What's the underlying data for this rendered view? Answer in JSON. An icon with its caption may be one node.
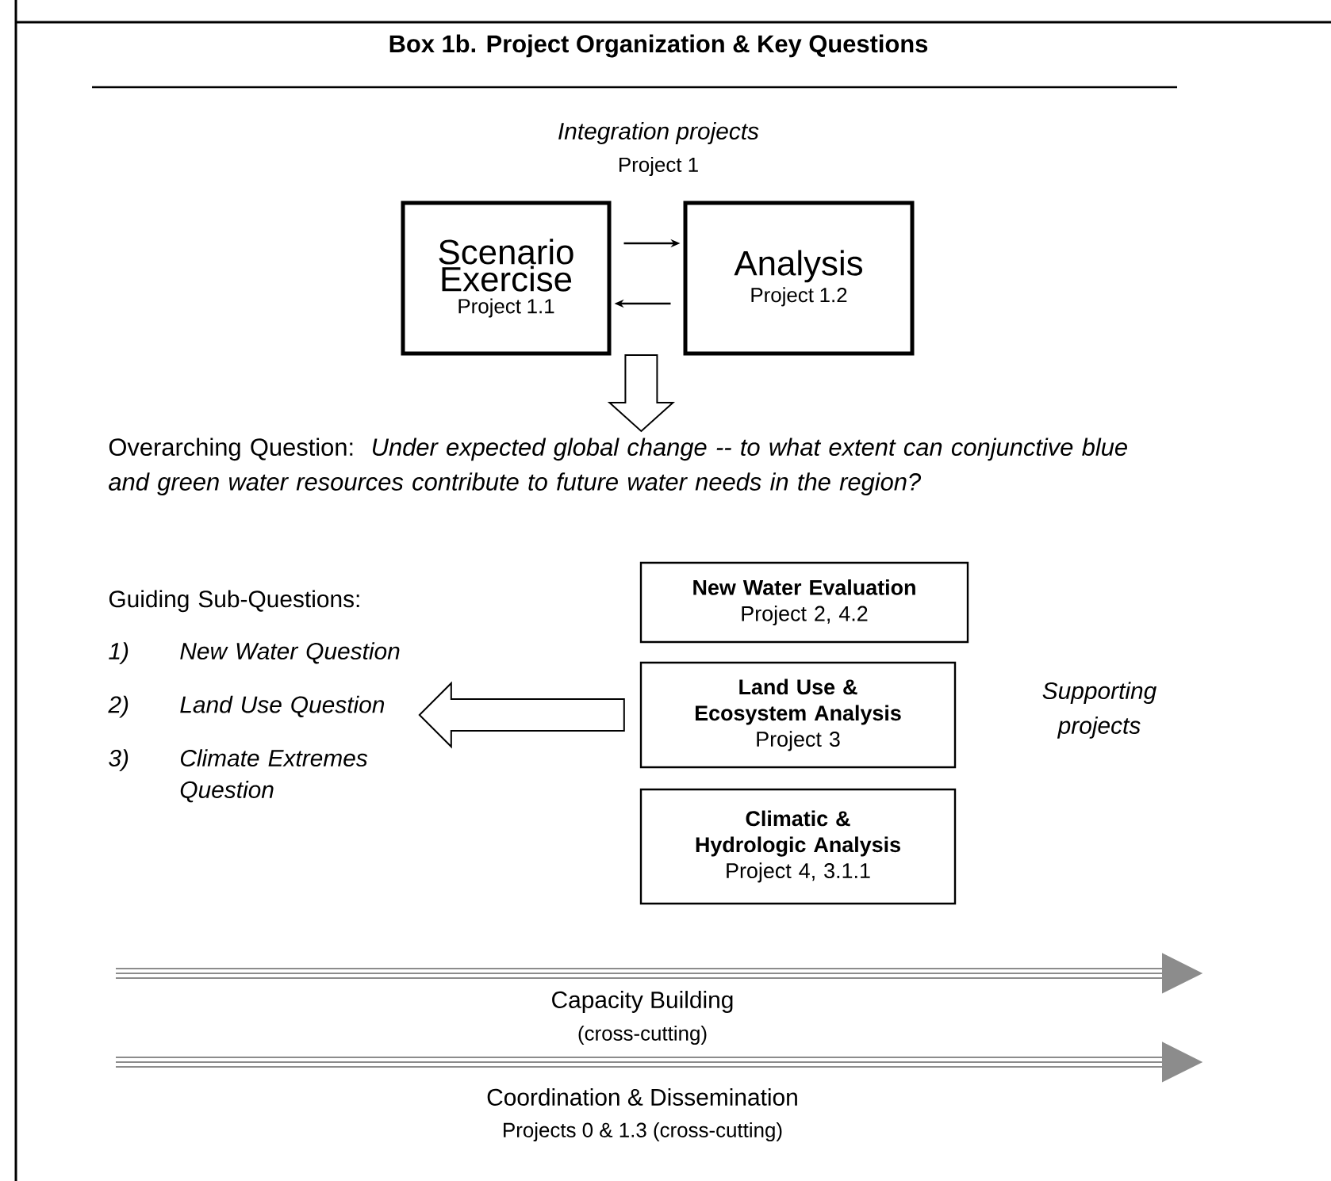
{
  "diagram": {
    "title": "Box 1b.  Project Organization & Key Questions",
    "nodes": [
      {
        "text": [
          "Scenario Exercise",
          "Project 1.1"
        ]
      },
      {
        "text": [
          "Analysis",
          "Project 1.2"
        ]
      },
      {
        "text": [
          "Overarching Question:",
          "Under expected global change -- to what extent can conjunctive blue and green water resources contribute to future water needs in the region?"
        ]
      },
      {
        "text": [
          "Guiding Sub-Questions:",
          "1)",
          "New Water Question",
          "2)",
          "Land Use Question",
          "3)",
          "Climate Extremes Question"
        ]
      },
      {
        "text": [
          "New Water Evaluation",
          "Project 2, 4.2"
        ]
      },
      {
        "text": [
          "Land Use & Ecosystem Analysis",
          "Project 3"
        ]
      },
      {
        "text": [
          "Climatic & Hydrologic Analysis",
          "Project 4, 3.1.1"
        ]
      }
    ],
    "edges": [
      {
        "from": 0,
        "to": 1,
        "arrow": "to"
      },
      {
        "from": 1,
        "to": 0,
        "arrow": "to"
      },
      {
        "from": null,
        "to": 2,
        "arrow": "to"
      },
      {
        "from": 5,
        "to": 3,
        "arrow": "to"
      }
    ],
    "labels": [
      "Integration projects",
      "Project 1",
      "Supporting projects",
      "Capacity Building",
      "(cross-cutting)",
      "Coordination & Dissemination",
      "Projects 0 & 1.3 (cross-cutting)"
    ]
  }
}
